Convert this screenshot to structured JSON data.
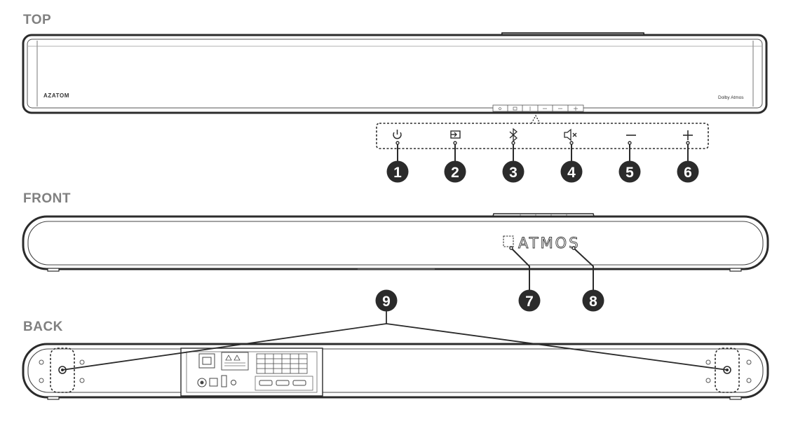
{
  "sections": {
    "top": "TOP",
    "front": "FRONT",
    "back": "BACK"
  },
  "brand_logo": "AZATOM",
  "dolby_logo": "Dolby Atmos",
  "display_text": "ATMOS",
  "callouts": {
    "power": "1",
    "input": "2",
    "bluetooth": "3",
    "mute": "4",
    "volume_down": "5",
    "volume_up": "6",
    "input_indicator": "7",
    "mode_indicator": "8",
    "wall_mount": "9"
  },
  "icons": {
    "power": "power-icon",
    "input": "input-icon",
    "bluetooth": "bluetooth-icon",
    "mute": "mute-icon",
    "volume_down": "minus-icon",
    "volume_up": "plus-icon"
  },
  "colors": {
    "outline": "#2b2b2b",
    "callout_fill": "#2b2b2b",
    "callout_text": "#ffffff",
    "section_label": "#808080"
  }
}
